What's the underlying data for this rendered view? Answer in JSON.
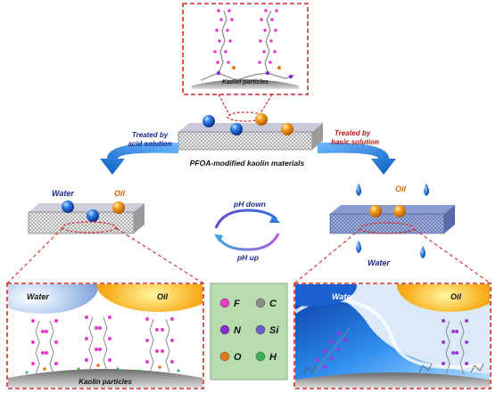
{
  "labels": {
    "top_inset_caption": "Kaolin particles",
    "center_caption": "PFOA-modified kaolin materials",
    "treated_acid_line1": "Treated by",
    "treated_acid_line2": "acid solution",
    "treated_basic_line1": "Treated by",
    "treated_basic_line2": "basic solution",
    "left_water": "Water",
    "left_oil": "Oil",
    "right_oil": "Oil",
    "right_water": "Water",
    "ph_down": "pH down",
    "ph_up": "pH up",
    "bottom_left_water": "Water",
    "bottom_left_oil": "Oil",
    "bottom_left_caption": "Kaolin particles",
    "bottom_right_water": "Water",
    "bottom_right_oil": "Oil"
  },
  "legend": {
    "items": [
      {
        "symbol": "F",
        "color": "#e53cc8"
      },
      {
        "symbol": "C",
        "color": "#8a8a8a"
      },
      {
        "symbol": "N",
        "color": "#8b2bd6"
      },
      {
        "symbol": "Si",
        "color": "#6a5acd"
      },
      {
        "symbol": "O",
        "color": "#e07a10"
      },
      {
        "symbol": "H",
        "color": "#2fb34a"
      }
    ]
  },
  "colors": {
    "dash_red": "#d42a2a",
    "arrow_blue": "#1f7fd8",
    "label_navy": "#1b2a8a",
    "label_red": "#c01818",
    "oil_orange": "#f0a020",
    "water_blue": "#1f6fe0"
  }
}
